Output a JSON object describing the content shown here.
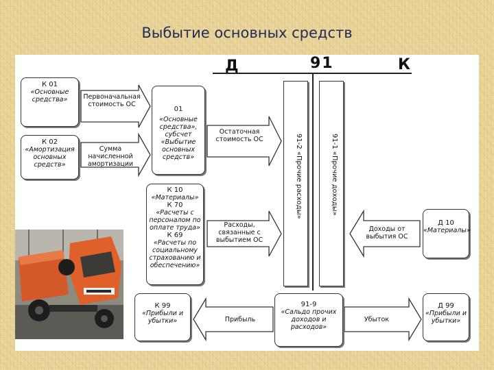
{
  "title": "Выбытие основных средств",
  "account": {
    "number": "91",
    "debit": "Д",
    "credit": "К"
  },
  "boxes": {
    "k01": {
      "head": "К 01",
      "body": "«Основные средства»"
    },
    "k02": {
      "head": "К 02",
      "body": "«Амортизация основных средств»"
    },
    "d01": {
      "head": "01",
      "body": "«Основные средства», субсчет «Выбытие основных средств»"
    },
    "k10": {
      "head1": "К 10",
      "body1": "«Материалы»",
      "head2": "К 70",
      "body2": "«Расчеты с персоналом по оплате труда»",
      "head3": "К 69",
      "body3": "«Расчеты по социальному страхованию и обеспечению»"
    },
    "d10": {
      "head": "Д 10",
      "body": "«Материалы»"
    },
    "k99": {
      "head": "К 99",
      "body": "«Прибыли и убытки»"
    },
    "d99": {
      "head": "Д 99",
      "body": "«Прибыли и убытки»"
    },
    "s919": {
      "head": "91-9",
      "body": "«Сальдо прочих доходов и расходов»"
    }
  },
  "subaccounts": {
    "left": "91-2 «Прочие расходы»",
    "right": "91-1 «Прочие доходы»"
  },
  "arrows": {
    "initial_cost": "Первоначальная стоимость ОС",
    "depreciation": "Сумма начисленной амортизации",
    "residual": "Остаточная стоимость ОС",
    "expenses": "Расходы, связанные с выбытием ОС",
    "income": "Доходы от выбытия ОС",
    "profit": "Прибыль",
    "loss": "Убыток"
  },
  "colors": {
    "background": "#e9d49a",
    "title": "#1f2d57",
    "truck": "#e0602a"
  }
}
